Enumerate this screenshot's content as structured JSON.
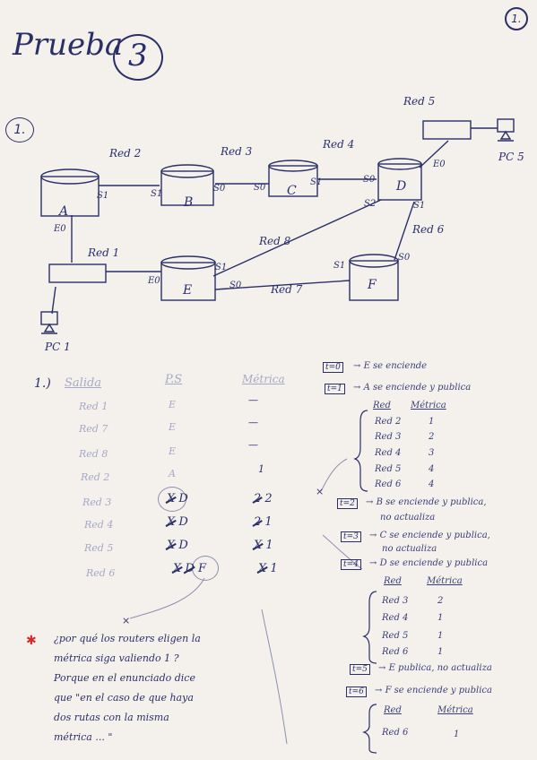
{
  "header": {
    "title": "Prueba",
    "title_number": "3",
    "page_number": "1.",
    "question_number": "1."
  },
  "diagram": {
    "routers": [
      "A",
      "B",
      "C",
      "D",
      "E",
      "F"
    ],
    "networks": {
      "red1": "Red 1",
      "red2": "Red 2",
      "red3": "Red 3",
      "red4": "Red 4",
      "red5": "Red 5",
      "red6": "Red 6",
      "red7": "Red 7",
      "red8": "Red 8"
    },
    "interfaces": {
      "a_s1": "S1",
      "a_e0": "E0",
      "b_s1": "S1",
      "b_s0": "S0",
      "c_s0": "S0",
      "c_s1": "S1",
      "d_s0": "S0",
      "d_s2": "S2",
      "d_s1": "S1",
      "d_e0": "E0",
      "e_e0": "E0",
      "e_s1": "S1",
      "e_s0": "S0",
      "f_s1": "S1",
      "f_s0": "S0"
    },
    "pcs": {
      "pc1": "PC 1",
      "pc5": "PC 5"
    }
  },
  "table": {
    "label": "1.)",
    "headers": {
      "salida": "Salida",
      "ps": "P.S",
      "metrica": "Métrica"
    },
    "rows": [
      {
        "red": "Red 1",
        "ps": "E",
        "metrica": "—"
      },
      {
        "red": "Red 7",
        "ps": "E",
        "metrica": "—"
      },
      {
        "red": "Red 8",
        "ps": "E",
        "metrica": "—"
      },
      {
        "red": "Red 2",
        "ps": "A",
        "metrica": "1"
      },
      {
        "red": "Red 3",
        "ps_old": "X",
        "ps": "D",
        "metrica_old": "2",
        "metrica": "2"
      },
      {
        "red": "Red 4",
        "ps_old": "X",
        "ps": "D",
        "metrica_old": "2",
        "metrica": "1"
      },
      {
        "red": "Red 5",
        "ps_old": "X",
        "ps": "D",
        "metrica_old": "X",
        "metrica": "1"
      },
      {
        "red": "Red 6",
        "ps_old": "X",
        "ps_mid": "D",
        "ps": "F",
        "metrica_old": "X",
        "metrica": "1"
      }
    ]
  },
  "steps": {
    "t0": {
      "box": "t=0",
      "text": "E se enciende"
    },
    "t1": {
      "box": "t=1",
      "text": "A se enciende y publica"
    },
    "t1_table": {
      "headers": [
        "Red",
        "Métrica"
      ],
      "rows": [
        [
          "Red 2",
          "1"
        ],
        [
          "Red 3",
          "2"
        ],
        [
          "Red 4",
          "3"
        ],
        [
          "Red 5",
          "4"
        ],
        [
          "Red 6",
          "4"
        ]
      ]
    },
    "t2": {
      "box": "t=2",
      "text": "B se enciende y publica,",
      "text2": "no actualiza"
    },
    "t3": {
      "box": "t=3",
      "text": "C se enciende y publica,",
      "text2": "no actualiza"
    },
    "t4": {
      "box": "t=4",
      "text": "D se enciende y publica"
    },
    "t4_table": {
      "headers": [
        "Red",
        "Métrica"
      ],
      "rows": [
        [
          "Red 3",
          "2"
        ],
        [
          "Red 4",
          "1"
        ],
        [
          "Red 5",
          "1"
        ],
        [
          "Red 6",
          "1"
        ]
      ]
    },
    "t5": {
      "box": "t=5",
      "text": "E publica, no actualiza"
    },
    "t6": {
      "box": "t=6",
      "text": "F se enciende y publica"
    },
    "t6_table": {
      "headers": [
        "Red",
        "Métrica"
      ],
      "rows": [
        [
          "Red 6",
          "1"
        ]
      ]
    }
  },
  "note": {
    "line1": "¿por qué los routers eligen la",
    "line2": "métrica siga valiendo 1 ?",
    "line3": "Porque en el enunciado dice",
    "line4": "que \"en el caso de que haya",
    "line5": "dos rutas con la misma",
    "line6": "métrica ... \""
  }
}
